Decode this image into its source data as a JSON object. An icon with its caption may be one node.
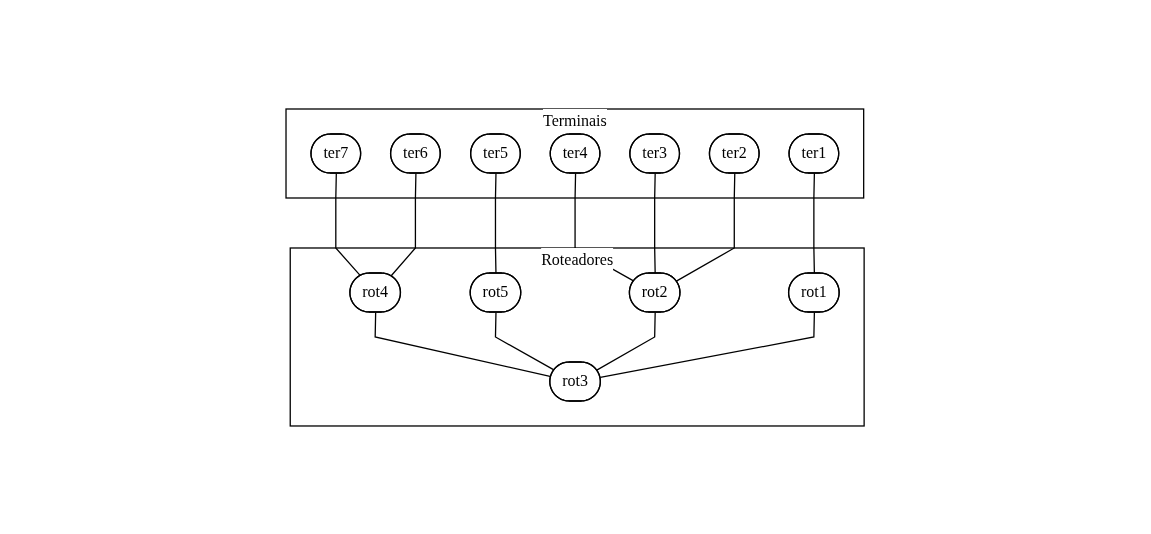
{
  "diagram": {
    "nodes": [
      {
        "text": [
          "Terminais"
        ]
      },
      {
        "text": [
          "ter7"
        ],
        "in": 0
      },
      {
        "text": [
          "ter6"
        ],
        "in": 0
      },
      {
        "text": [
          "ter5"
        ],
        "in": 0
      },
      {
        "text": [
          "ter4"
        ],
        "in": 0
      },
      {
        "text": [
          "ter3"
        ],
        "in": 0
      },
      {
        "text": [
          "ter2"
        ],
        "in": 0
      },
      {
        "text": [
          "ter1"
        ],
        "in": 0
      },
      {
        "text": [
          "Roteadores"
        ]
      },
      {
        "text": [
          "rot4"
        ],
        "in": 8
      },
      {
        "text": [
          "rot5"
        ],
        "in": 8
      },
      {
        "text": [
          "rot2"
        ],
        "in": 8
      },
      {
        "text": [
          "rot1"
        ],
        "in": 8
      },
      {
        "text": [
          "rot3"
        ],
        "in": 8
      }
    ],
    "edges": [
      {
        "from": 1,
        "to": 9,
        "arrow": "none"
      },
      {
        "from": 2,
        "to": 9,
        "arrow": "none"
      },
      {
        "from": 3,
        "to": 10,
        "arrow": "none"
      },
      {
        "from": 4,
        "to": 11,
        "arrow": "none"
      },
      {
        "from": 5,
        "to": 11,
        "arrow": "none"
      },
      {
        "from": 6,
        "to": 11,
        "arrow": "none"
      },
      {
        "from": 7,
        "to": 12,
        "arrow": "none"
      },
      {
        "from": 9,
        "to": 13,
        "arrow": "none"
      },
      {
        "from": 10,
        "to": 13,
        "arrow": "none"
      },
      {
        "from": 11,
        "to": 13,
        "arrow": "none"
      },
      {
        "from": 12,
        "to": 13,
        "arrow": "none"
      }
    ]
  }
}
